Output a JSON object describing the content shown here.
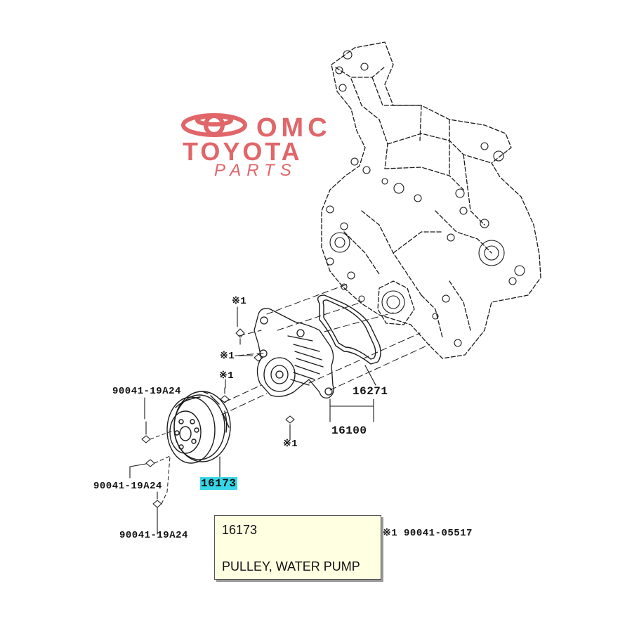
{
  "watermark": {
    "line1": "OMC",
    "line2": "TOYOTA",
    "line3": "PARTS",
    "color": "#e0666a"
  },
  "labels": {
    "l1": "※1",
    "l2": "※1",
    "l3": "※1",
    "l4": "※1",
    "p16271": "16271",
    "p16100": "16100",
    "p16173": "16173",
    "b1": "90041-19A24",
    "b2": "90041-19A24",
    "b3": "90041-19A24",
    "foot": "※1 90041-05517"
  },
  "tooltip": {
    "part_number": "16173",
    "description": "PULLEY, WATER PUMP"
  },
  "colors": {
    "line": "#1a1a1a",
    "highlight": "#36d6e8",
    "tooltip_bg": "#ffffe1"
  }
}
